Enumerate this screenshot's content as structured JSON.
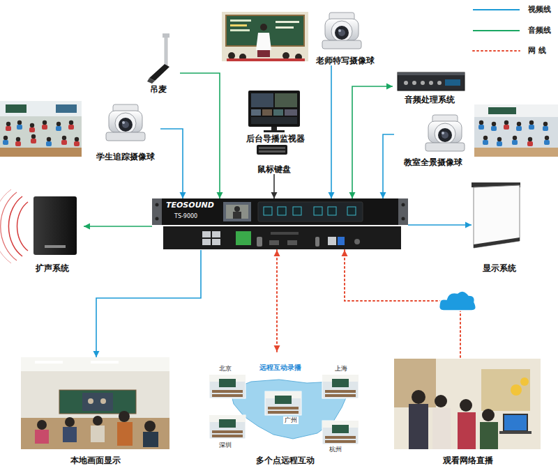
{
  "diagram": {
    "nodes": [
      {
        "text": [
          "吊麦"
        ]
      },
      {
        "text": [
          "老师特写摄像球"
        ]
      },
      {
        "text": [
          "后台导播监视器"
        ]
      },
      {
        "text": [
          "鼠标键盘"
        ]
      },
      {
        "text": [
          "音频处理系统"
        ]
      },
      {
        "text": [
          "学生追踪摄像球"
        ]
      },
      {
        "text": [
          "教室全景摄像球"
        ]
      },
      {
        "text": [
          "TEOSOUND",
          "TS-9000"
        ]
      },
      {
        "text": [
          "扩声系统"
        ]
      },
      {
        "text": [
          "显示系统"
        ]
      },
      {
        "text": [
          "本地画面显示"
        ]
      },
      {
        "text": [
          "多个点远程互动"
        ]
      },
      {
        "text": [
          "观看网络直播"
        ]
      }
    ],
    "edges": [
      {
        "from": 0,
        "to": 7,
        "arrow": "to"
      },
      {
        "from": 5,
        "to": 7,
        "arrow": "to"
      },
      {
        "from": 1,
        "to": 7,
        "arrow": "to"
      },
      {
        "from": 3,
        "to": 7,
        "arrow": "to"
      },
      {
        "from": 7,
        "to": 4,
        "arrow": "both"
      },
      {
        "from": 6,
        "to": 7,
        "arrow": "to"
      },
      {
        "from": 7,
        "to": 8,
        "arrow": "to"
      },
      {
        "from": 7,
        "to": 9,
        "arrow": "to"
      },
      {
        "from": 7,
        "to": 10,
        "arrow": "to"
      },
      {
        "from": 7,
        "to": 11,
        "arrow": "both"
      },
      {
        "from": 12,
        "to": 7,
        "arrow": "to"
      }
    ],
    "labels": [
      "远程互动录播",
      "北京",
      "上海",
      "广州",
      "深圳",
      "杭州"
    ],
    "legend": [
      {
        "text": "视频线"
      },
      {
        "text": "音频线"
      },
      {
        "text": "网 线"
      }
    ]
  }
}
